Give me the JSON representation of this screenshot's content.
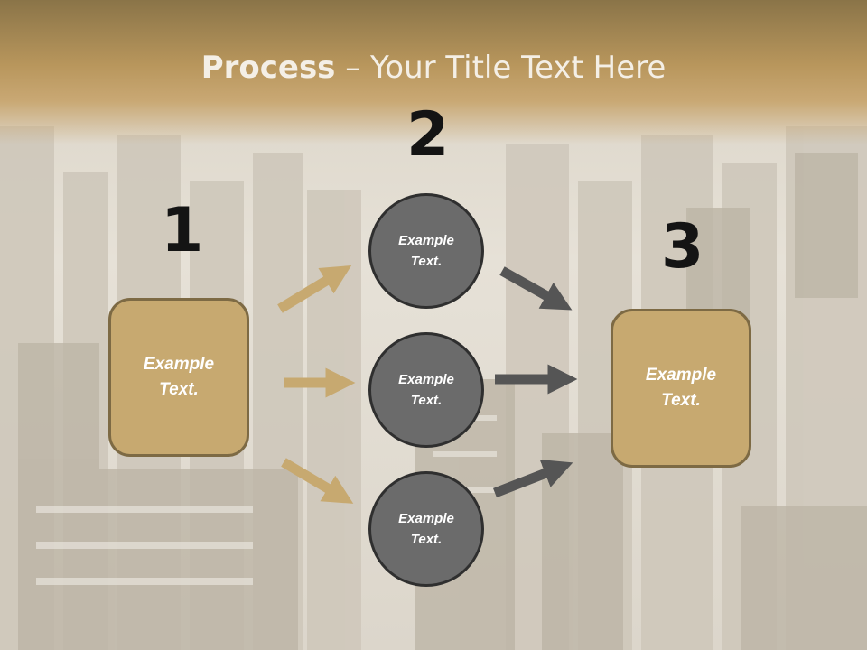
{
  "slide": {
    "title_bold": "Process",
    "title_rest": " – Your Title Text Here"
  },
  "steps": {
    "one": {
      "number": "1",
      "text": "Example\nText."
    },
    "two": {
      "number": "2",
      "circles": [
        {
          "text": "Example\nText."
        },
        {
          "text": "Example\nText."
        },
        {
          "text": "Example\nText."
        }
      ]
    },
    "three": {
      "number": "3",
      "text": "Example\nText."
    }
  },
  "colors": {
    "box_fill": "#c7a970",
    "circle_fill": "#6b6b6b",
    "tan_arrow": "#c7a970",
    "gray_arrow": "#555555",
    "header": "#b8965c"
  }
}
